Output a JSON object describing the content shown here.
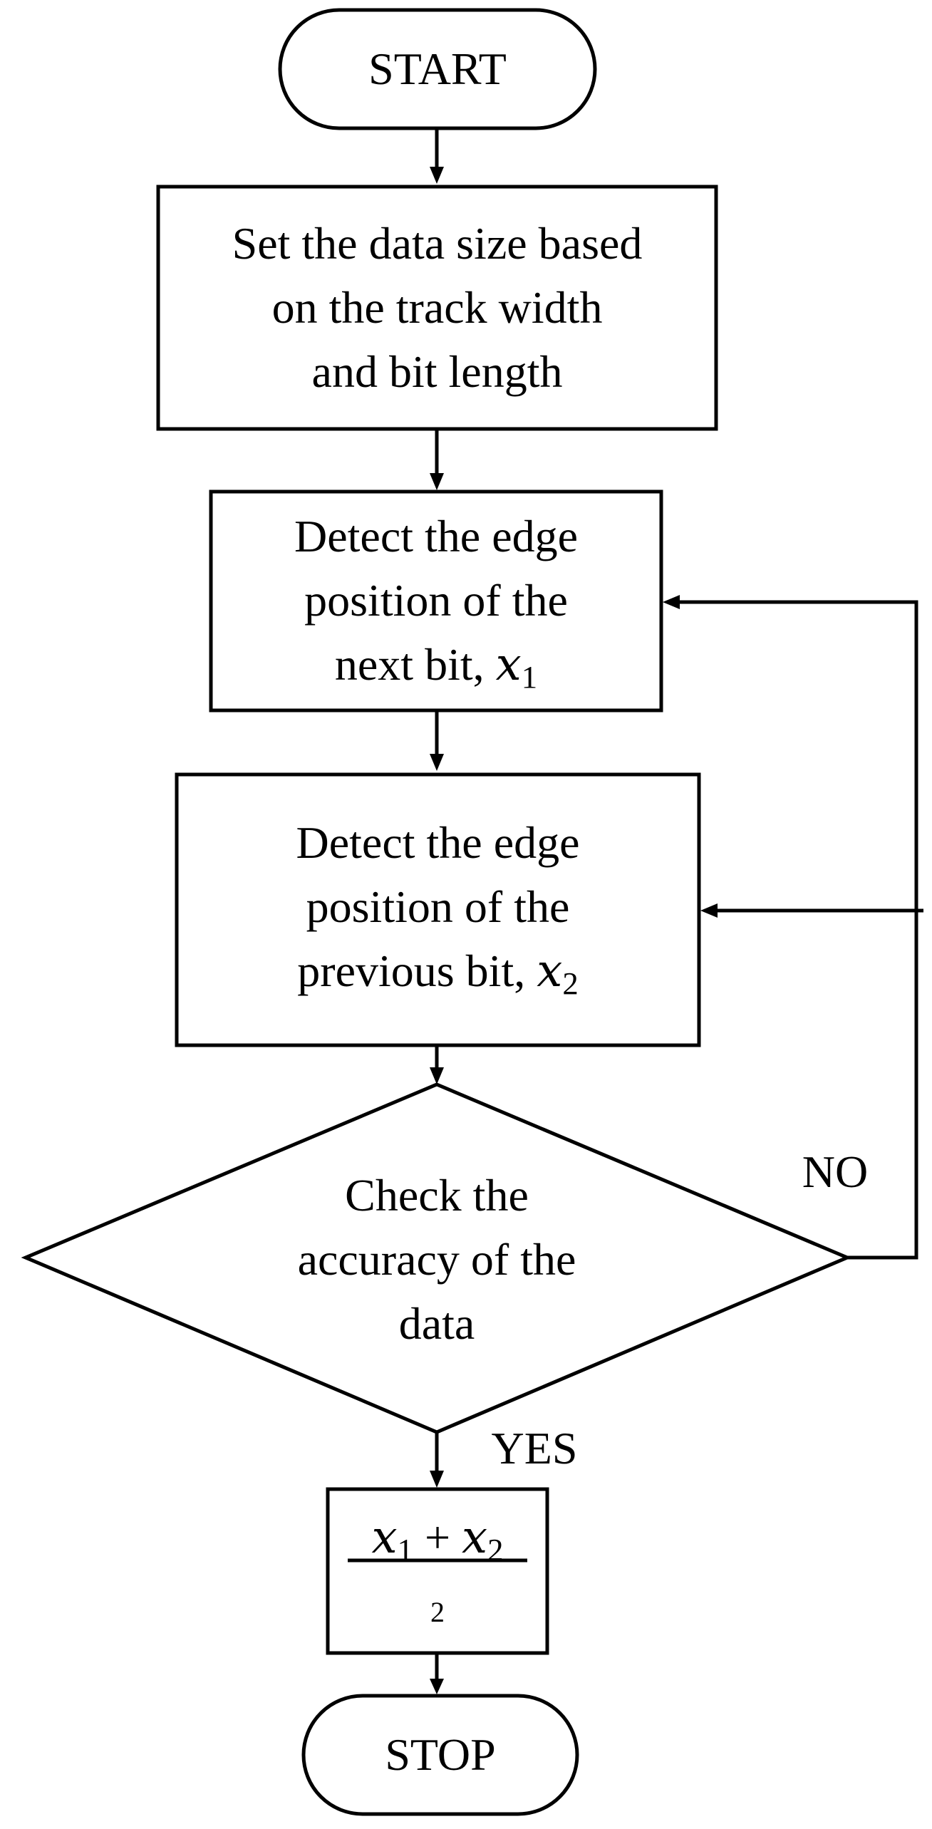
{
  "start": {
    "label": "START"
  },
  "set_size": {
    "lines": [
      "Set the data size based",
      "on the track width",
      "and bit length"
    ]
  },
  "detect_next": {
    "lines": [
      "Detect the edge",
      "position of the"
    ],
    "last_prefix": "next bit, ",
    "var": "x",
    "sub": "1"
  },
  "detect_prev": {
    "lines": [
      "Detect the edge",
      "position of the"
    ],
    "last_prefix": "previous bit, ",
    "var": "x",
    "sub": "2"
  },
  "check": {
    "lines": [
      "Check the",
      "accuracy of the",
      "data"
    ]
  },
  "no_label": "NO",
  "yes_label": "YES",
  "formula": {
    "var1": "x",
    "sub1": "1",
    "op": " + ",
    "var2": "x",
    "sub2": "2",
    "denominator": "2"
  },
  "stop": {
    "label": "STOP"
  }
}
